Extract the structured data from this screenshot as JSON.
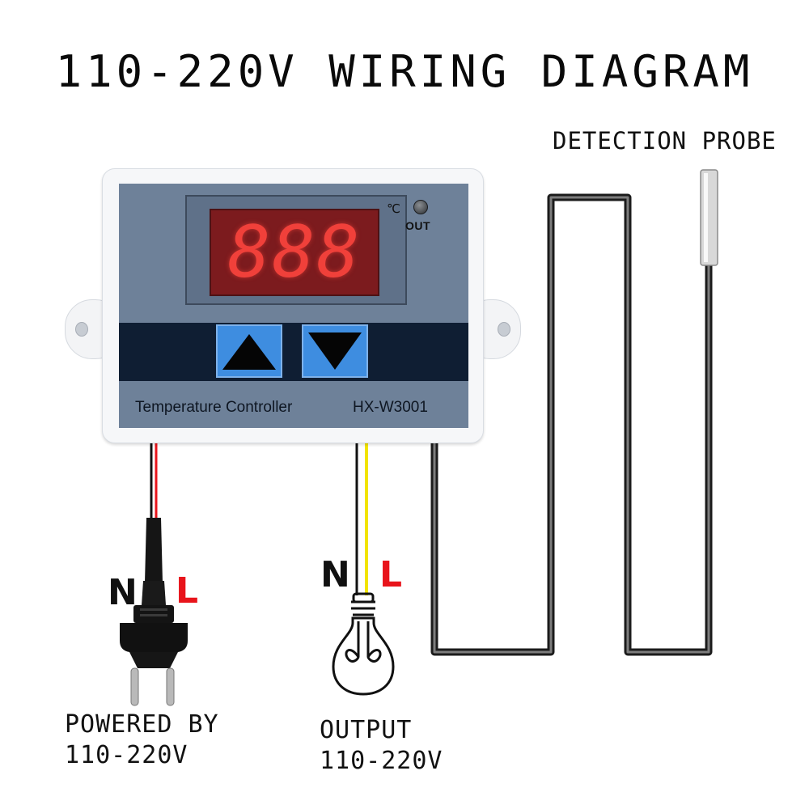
{
  "title": "110-220V WIRING DIAGRAM",
  "probe_label": "DETECTION PROBE",
  "device": {
    "display_digits": "888",
    "unit": "℃",
    "led_label": "OUT",
    "name": "Temperature Controller",
    "model": "HX-W3001"
  },
  "power": {
    "neutral": "N",
    "live": "L",
    "label_line1": "POWERED BY",
    "label_line2": "110-220V"
  },
  "output": {
    "neutral": "N",
    "live": "L",
    "label_line1": "OUTPUT",
    "label_line2": "110-220V"
  },
  "colors": {
    "live_wire_red": "#e8141b",
    "live_wire_yellow": "#f2e400",
    "neutral_wire": "#111111",
    "panel": "#6e8199",
    "button": "#3e8de0"
  }
}
